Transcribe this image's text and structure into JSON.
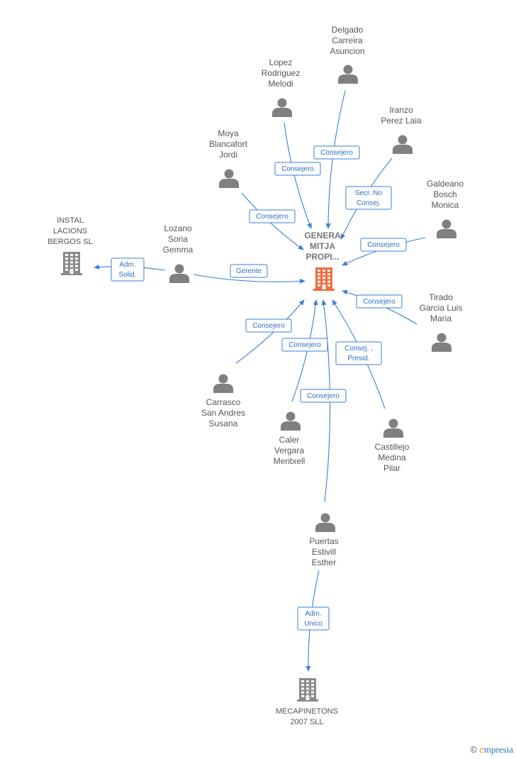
{
  "center": {
    "label_lines": [
      "GENERA",
      "MITJA",
      "PROPI..."
    ],
    "icon": "building-icon",
    "color": "#f26a3c"
  },
  "people": [
    {
      "id": "delgado",
      "lines": [
        "Delgado",
        "Carreira",
        "Asuncion"
      ]
    },
    {
      "id": "lopez",
      "lines": [
        "Lopez",
        "Rodriguez",
        "Melodi"
      ]
    },
    {
      "id": "iranzo",
      "lines": [
        "Iranzo",
        "Perez Laia"
      ]
    },
    {
      "id": "moya",
      "lines": [
        "Moya",
        "Blancafort",
        "Jordi"
      ]
    },
    {
      "id": "galdeano",
      "lines": [
        "Galdeano",
        "Bosch",
        "Monica"
      ]
    },
    {
      "id": "lozano",
      "lines": [
        "Lozano",
        "Soria",
        "Gemma"
      ]
    },
    {
      "id": "tirado",
      "lines": [
        "Tirado",
        "Garcia Luis",
        "Maria"
      ]
    },
    {
      "id": "carrasco",
      "lines": [
        "Carrasco",
        "San Andres",
        "Susana"
      ]
    },
    {
      "id": "caler",
      "lines": [
        "Caler",
        "Vergara",
        "Meritxell"
      ]
    },
    {
      "id": "castillejo",
      "lines": [
        "Castillejo",
        "Medina",
        "Pilar"
      ]
    },
    {
      "id": "puertas",
      "lines": [
        "Puertas",
        "Estivill",
        "Esther"
      ]
    }
  ],
  "companies": [
    {
      "id": "instal",
      "lines": [
        "INSTAL",
        "LACIONS",
        "BERGOS SL"
      ]
    },
    {
      "id": "mecapinetons",
      "lines": [
        "MECAPINETONS",
        "2007 SLL"
      ]
    }
  ],
  "edges": [
    {
      "from": "delgado",
      "to": "center",
      "label_lines": [
        "Consejero"
      ]
    },
    {
      "from": "lopez",
      "to": "center",
      "label_lines": [
        "Consejero"
      ]
    },
    {
      "from": "iranzo",
      "to": "center",
      "label_lines": [
        "Secr.  No",
        "Consej."
      ]
    },
    {
      "from": "moya",
      "to": "center",
      "label_lines": [
        "Consejero"
      ]
    },
    {
      "from": "galdeano",
      "to": "center",
      "label_lines": [
        "Consejero"
      ]
    },
    {
      "from": "lozano",
      "to": "center",
      "label_lines": [
        "Gerente"
      ]
    },
    {
      "from": "lozano",
      "to": "instal",
      "label_lines": [
        "Adm.",
        "Solid."
      ]
    },
    {
      "from": "tirado",
      "to": "center",
      "label_lines": [
        "Consejero"
      ]
    },
    {
      "from": "carrasco",
      "to": "center",
      "label_lines": [
        "Consejero"
      ]
    },
    {
      "from": "caler",
      "to": "center",
      "label_lines": [
        "Consejero"
      ]
    },
    {
      "from": "castillejo",
      "to": "center",
      "label_lines": [
        "Consej. ,",
        "Presid."
      ]
    },
    {
      "from": "puertas",
      "to": "center",
      "label_lines": [
        "Consejero"
      ]
    },
    {
      "from": "puertas",
      "to": "mecapinetons",
      "label_lines": [
        "Adm.",
        "Unico"
      ]
    }
  ],
  "colors": {
    "edge": "#3a7fd5",
    "person": "#808080",
    "company": "#8a8a8a"
  },
  "brand": {
    "copyright": "©",
    "initial": "e",
    "rest": "mpresia"
  }
}
